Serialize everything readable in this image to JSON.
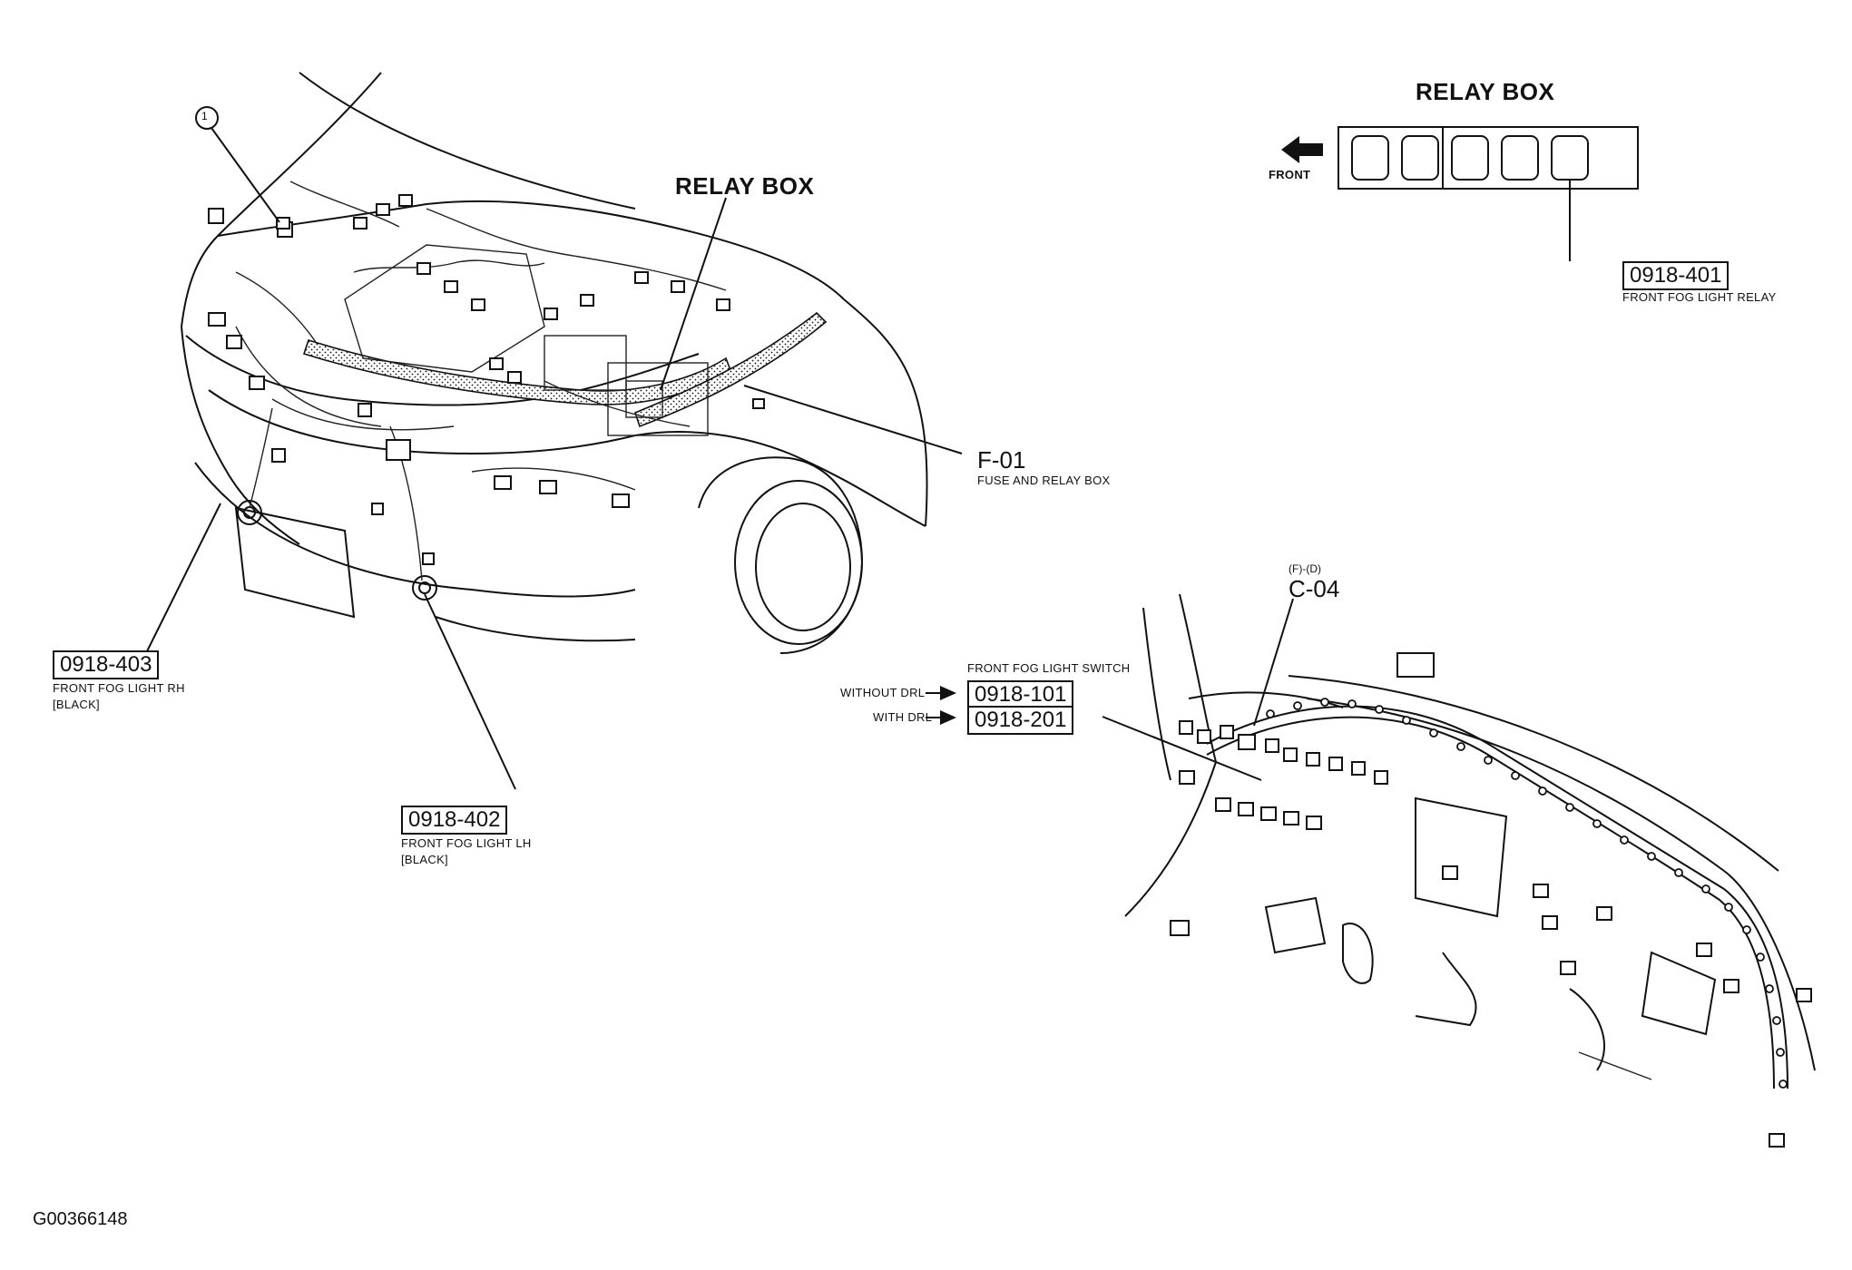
{
  "relay_box_main_label": "RELAY BOX",
  "relay_box_inset": {
    "title": "RELAY BOX",
    "front_label": "FRONT",
    "relay_code": "0918-401",
    "relay_name": "FRONT FOG LIGHT RELAY"
  },
  "callout_number": "1",
  "fuse_box": {
    "code": "F-01",
    "name": "FUSE AND RELAY BOX"
  },
  "fog_light_rh": {
    "code": "0918-403",
    "name": "FRONT FOG LIGHT RH",
    "color": "[BLACK]"
  },
  "fog_light_lh": {
    "code": "0918-402",
    "name": "FRONT FOG LIGHT LH",
    "color": "[BLACK]"
  },
  "connector_c04": {
    "prefix": "(F)-(D)",
    "code": "C-04"
  },
  "fog_switch": {
    "title": "FRONT FOG LIGHT SWITCH",
    "without_drl_label": "WITHOUT DRL",
    "without_drl_code": "0918-101",
    "with_drl_label": "WITH DRL",
    "with_drl_code": "0918-201"
  },
  "figure_id": "G00366148"
}
